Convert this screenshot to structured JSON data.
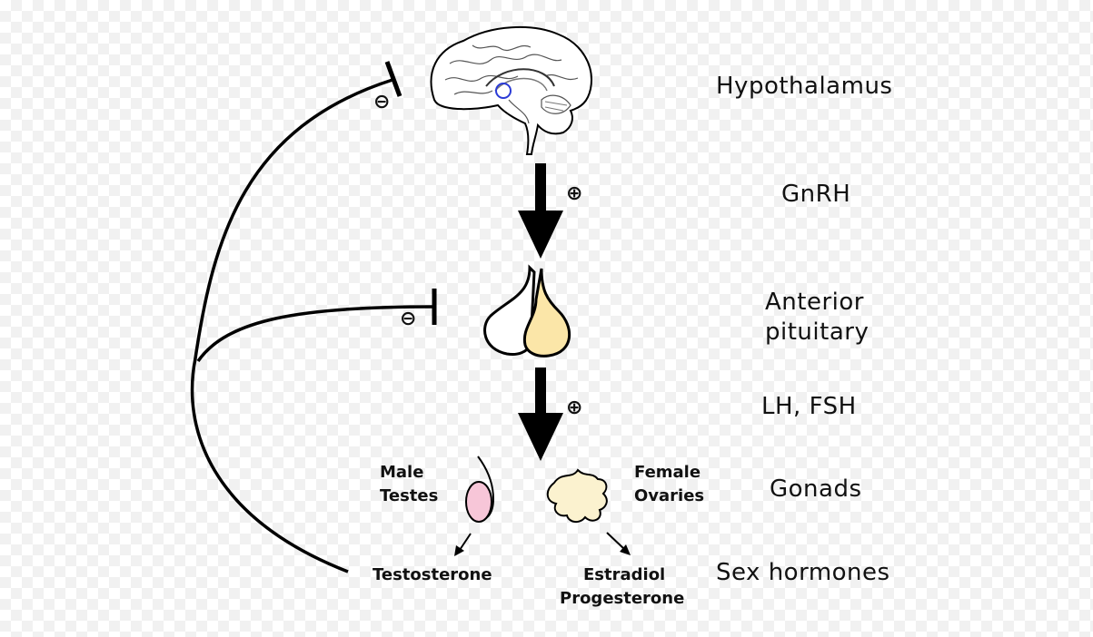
{
  "levels": {
    "hypothalamus": "Hypothalamus",
    "gnrh": "GnRH",
    "anterior_pituitary_line1": "Anterior",
    "anterior_pituitary_line2": "pituitary",
    "lh_fsh": "LH, FSH",
    "gonads": "Gonads",
    "sex_hormones": "Sex hormones"
  },
  "gonads": {
    "male_line1": "Male",
    "male_line2": "Testes",
    "female_line1": "Female",
    "female_line2": "Ovaries"
  },
  "hormones": {
    "testosterone": "Testosterone",
    "estradiol": "Estradiol",
    "progesterone": "Progesterone"
  },
  "signs": {
    "stimulate": "⊕",
    "inhibit": "⊖"
  },
  "colors": {
    "line": "#000000",
    "pituitary_posterior": "#ffffff",
    "pituitary_anterior": "#fbe6a8",
    "testis": "#f7c6d8",
    "ovary": "#fbf2cf",
    "hypothalamus_marker": "#2b3bd6"
  }
}
